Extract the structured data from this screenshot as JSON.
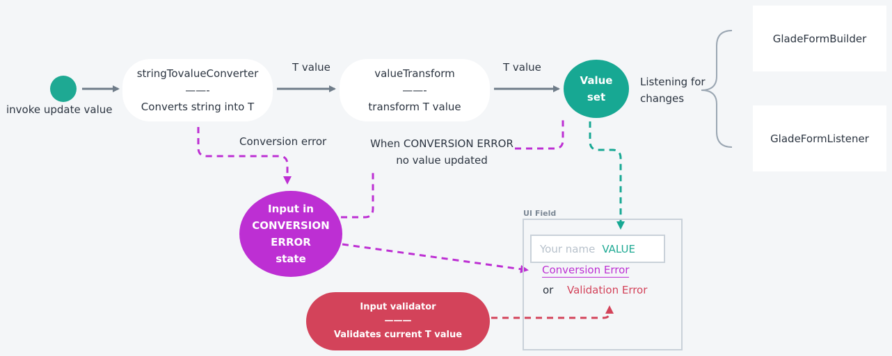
{
  "start": {
    "label": "invoke update value"
  },
  "converter": {
    "title": "stringTovalueConverter",
    "divider": "——-",
    "subtitle": "Converts string into T"
  },
  "edge_t_value_1": "T value",
  "transform": {
    "title": "valueTransform",
    "divider": "——-",
    "subtitle": "transform T value"
  },
  "edge_t_value_2": "T value",
  "value_set": {
    "line1": "Value",
    "line2": "set"
  },
  "listening": {
    "line1": "Listening for",
    "line2": "changes"
  },
  "listeners": {
    "builder": "GladeFormBuilder",
    "listener": "GladeFormListener"
  },
  "conversion_error_label": "Conversion error",
  "no_update": {
    "line1": "When CONVERSION ERROR",
    "line2": "no value updated"
  },
  "error_state": {
    "line1": "Input in",
    "line2": "CONVERSION",
    "line3": "ERROR",
    "line4": "state"
  },
  "validator": {
    "title": "Input validator",
    "divider": "———",
    "subtitle": "Validates current T value"
  },
  "ui_field": {
    "title": "UI Field",
    "placeholder": "Your name",
    "value": "VALUE",
    "conversion_error": "Conversion Error",
    "or": "or",
    "validation_error": "Validation Error"
  },
  "colors": {
    "teal": "#17a893",
    "purple": "#bd2fd3",
    "red": "#d3435a",
    "gray_arrow": "#6f7c89",
    "background": "#f4f6f8"
  }
}
